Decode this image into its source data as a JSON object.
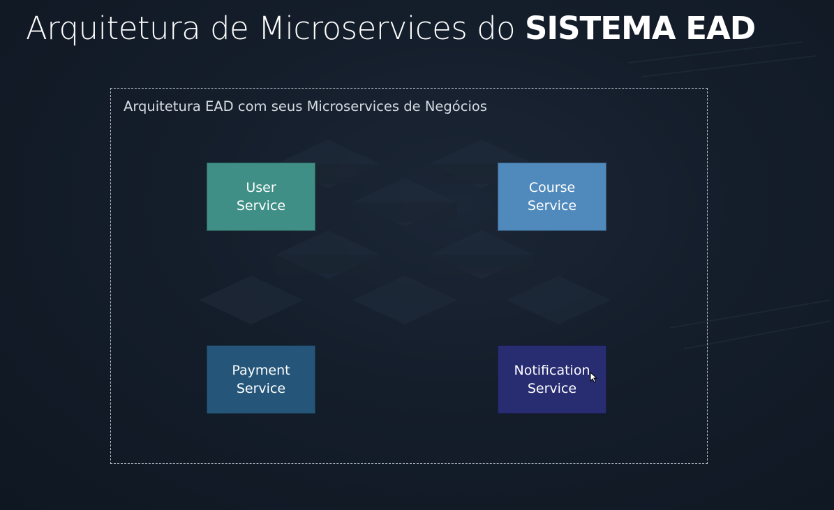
{
  "title": {
    "regular": "Arquitetura de Microservices do ",
    "bold": "SISTEMA EAD"
  },
  "diagram": {
    "boundary_label": "Arquitetura EAD com seus Microservices de Negócios",
    "services": [
      {
        "line1": "User",
        "line2": "Service",
        "color": "#3f8f86"
      },
      {
        "line1": "Course",
        "line2": "Service",
        "color": "#5089bb"
      },
      {
        "line1": "Payment",
        "line2": "Service",
        "color": "#255679"
      },
      {
        "line1": "Notification",
        "line2": "Service",
        "color": "#282d72"
      }
    ]
  }
}
